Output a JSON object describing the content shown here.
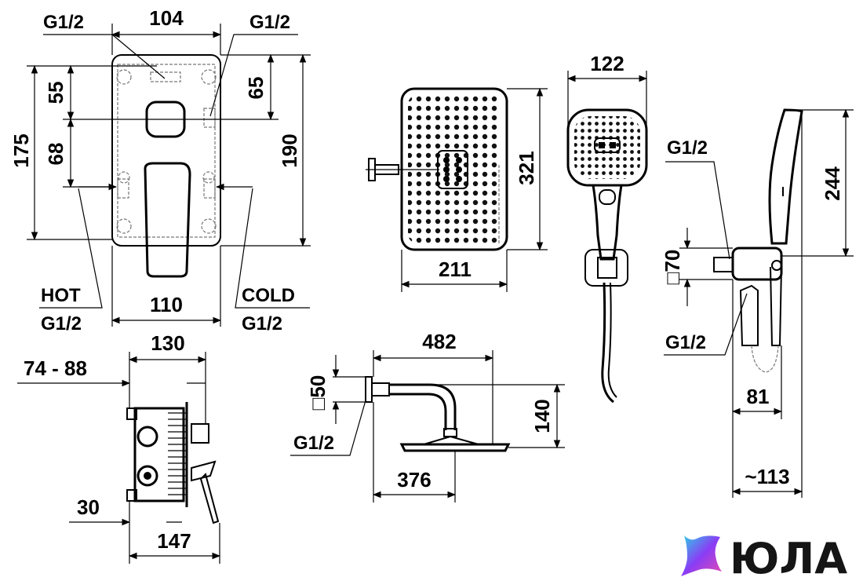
{
  "mixer_front": {
    "width_top": "104",
    "width_bottom": "110",
    "height_left": "175",
    "height_right": "190",
    "offset_top_left": "55",
    "offset_mid_left": "68",
    "offset_top_right": "65",
    "thread_top_left": "G1/2",
    "thread_top_right": "G1/2",
    "hot_label": "HOT",
    "hot_thread": "G1/2",
    "cold_label": "COLD",
    "cold_thread": "G1/2"
  },
  "mixer_side": {
    "width_top": "130",
    "depth_range": "74 - 88",
    "offset_bottom": "30",
    "width_bottom": "147"
  },
  "rain_shower_top": {
    "width": "211",
    "height": "321"
  },
  "rain_shower_side": {
    "arm_length": "482",
    "flange": "□50",
    "thread": "G1/2",
    "drop": "140",
    "head_width": "376"
  },
  "hand_shower": {
    "width": "122"
  },
  "wall_holder": {
    "thread_top": "G1/2",
    "flange": "□70",
    "thread_bottom": "G1/2",
    "height": "244",
    "depth": "81",
    "total_depth": "~113"
  },
  "brand": {
    "name": "ЮЛА",
    "colors": {
      "teal": "#29d3e6",
      "purple": "#8a3df5",
      "pink": "#e64ab0"
    }
  }
}
